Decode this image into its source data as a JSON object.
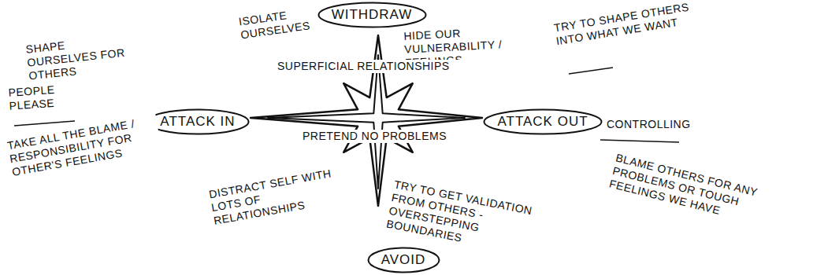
{
  "diagram": {
    "nodes": [
      {
        "text": [
          "WITHDRAW"
        ]
      },
      {
        "text": [
          "ATTACK IN"
        ]
      },
      {
        "text": [
          "ATTACK OUT"
        ]
      },
      {
        "text": [
          "AVOID"
        ]
      }
    ],
    "labels": [
      "ISOLATE OURSELVES",
      "HIDE OUR VULNERABILITY / FEELINGS",
      "SUPERFICIAL RELATIONSHIPS",
      "SHAPE OURSELVES FOR OTHERS",
      "PEOPLE PLEASE",
      "TAKE ALL THE BLAME / RESPONSIBILITY FOR OTHER'S FEELINGS",
      "TRY TO SHAPE OTHERS INTO WHAT WE WANT",
      "CONTROLLING",
      "BLAME OTHERS FOR ANY PROBLEMS OR TOUGH FEELINGS WE HAVE",
      "PRETEND NO PROBLEMS",
      "DISTRACT SELF WITH LOTS OF RELATIONSHIPS",
      "TRY TO GET VALIDATION FROM OTHERS - OVERSTEPPING BOUNDARIES"
    ]
  }
}
